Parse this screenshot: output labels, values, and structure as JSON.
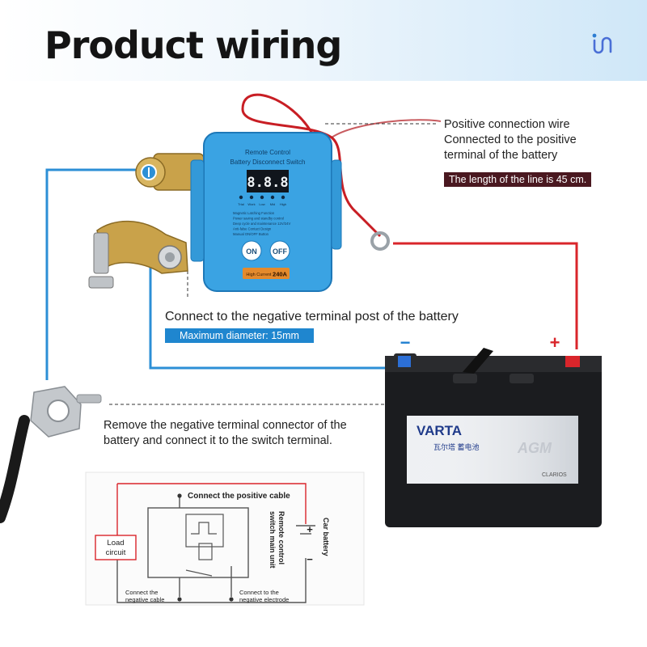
{
  "title": "Product wiring",
  "logo_icon": "brand-logo-icon",
  "callouts": {
    "positive_wire": {
      "line1": "Positive connection wire",
      "line2": "Connected to the positive",
      "line3": "terminal of the battery",
      "tag": "The length of the line is 45 cm."
    },
    "negative_post": {
      "text": "Connect to the negative terminal post of the battery",
      "tag": "Maximum diameter: 15mm"
    },
    "remove_connector": {
      "line1": "Remove the negative terminal connector of the",
      "line2": "battery and connect it to the switch terminal."
    }
  },
  "switch_device": {
    "title_line1": "Remote Control",
    "title_line2": "Battery Disconnect Switch",
    "display": "8.8.8",
    "indicators": [
      "Trial",
      "Work",
      "Low",
      "Mid",
      "High"
    ],
    "feature_lines": [
      "Magnetic Latching Function",
      "Power saving and standby control",
      "Deep cycle and maintenance 12V/24V",
      "Anti-false Contact Design",
      "Manual ON/OFF Button"
    ],
    "on_label": "ON",
    "off_label": "OFF",
    "current_label": "High Current",
    "current_value": "240A"
  },
  "battery": {
    "brand": "VARTA",
    "chinese_text": "瓦尔塔 蓄电池",
    "model": "AGM",
    "maker": "CLARIOS",
    "minus": "−",
    "plus": "+"
  },
  "schematic": {
    "connect_positive": "Connect the positive cable",
    "load_circuit_line1": "Load",
    "load_circuit_line2": "circuit",
    "connect_negative_line1": "Connect the",
    "connect_negative_line2": "negative cable",
    "connect_electrode_line1": "Connect to the",
    "connect_electrode_line2": "negative electrode",
    "unit_line1": "Remote control",
    "unit_line2": "switch main unit",
    "car_battery": "Car battery",
    "plus": "+",
    "minus": "−"
  },
  "colors": {
    "wire_blue": "#2c8fd6",
    "wire_red": "#d9252b",
    "device_blue": "#3aa3e3",
    "brass": "#c9a24a"
  }
}
